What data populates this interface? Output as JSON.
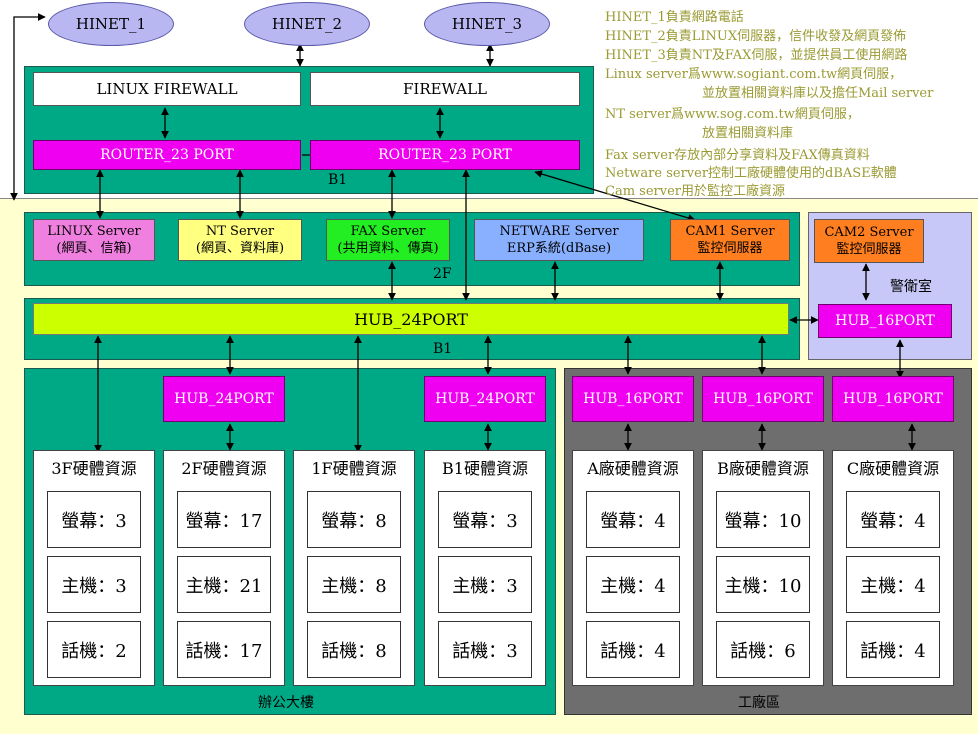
{
  "internet": [
    "HINET_1",
    "HINET_2",
    "HINET_3"
  ],
  "firewalls": {
    "left": "LINUX FIREWALL",
    "right": "FIREWALL"
  },
  "routers": {
    "left": "ROUTER_23 PORT",
    "right": "ROUTER_23 PORT"
  },
  "zone_labels": {
    "router_zone": "B1",
    "server_zone": "2F",
    "hub_zone": "B1",
    "guard_room": "警衛室",
    "office": "辦公大樓",
    "factory": "工廠區"
  },
  "servers": [
    {
      "name": "LINUX Server",
      "role": "(網頁、信箱)"
    },
    {
      "name": "NT Server",
      "role": "(網頁、資料庫)"
    },
    {
      "name": "FAX Server",
      "role": "(共用資料、傳真)"
    },
    {
      "name": "NETWARE Server",
      "role": "ERP系統(dBase)"
    },
    {
      "name": "CAM1 Server",
      "role": "監控伺服器"
    }
  ],
  "cam2": {
    "name": "CAM2 Server",
    "role": "監控伺服器"
  },
  "main_hub": "HUB_24PORT",
  "guard_hub": "HUB_16PORT",
  "office_hubs": [
    "HUB_24PORT",
    "HUB_24PORT"
  ],
  "factory_hubs": [
    "HUB_16PORT",
    "HUB_16PORT",
    "HUB_16PORT"
  ],
  "columns": [
    {
      "title": "3F硬體資源",
      "stats": [
        "螢幕：3",
        "主機：3",
        "話機：2"
      ]
    },
    {
      "title": "2F硬體資源",
      "stats": [
        "螢幕：17",
        "主機：21",
        "話機：17"
      ]
    },
    {
      "title": "1F硬體資源",
      "stats": [
        "螢幕：8",
        "主機：8",
        "話機：8"
      ]
    },
    {
      "title": "B1硬體資源",
      "stats": [
        "螢幕：3",
        "主機：3",
        "話機：3"
      ]
    },
    {
      "title": "A廠硬體資源",
      "stats": [
        "螢幕：4",
        "主機：4",
        "話機：4"
      ]
    },
    {
      "title": "B廠硬體資源",
      "stats": [
        "螢幕：10",
        "主機：10",
        "話機：6"
      ]
    },
    {
      "title": "C廠硬體資源",
      "stats": [
        "螢幕：4",
        "主機：4",
        "話機：4"
      ]
    }
  ],
  "notes": [
    "HINET_1負責網路電話",
    "HINET_2負責LINUX伺服器，信件收發及網頁發佈",
    "HINET_3負責NT及FAX伺服，並提供員工使用網路",
    "Linux server爲www.sogiant.com.tw網頁伺服，",
    "並放置相關資料庫以及擔任Mail server",
    "NT server爲www.sog.com.tw網頁伺服，",
    "放置相關資料庫",
    "Fax server存放內部分享資料及FAX傳真資料",
    "Netware server控制工廠硬體使用的dBASE軟體",
    "Cam server用於監控工廠資源"
  ],
  "colors": {
    "green": "#00a985",
    "magenta": "#f000f0",
    "hub_bar": "#ccff00",
    "cream": "#ffffd0",
    "factory_gray": "#6e6e6e",
    "guard_lavender": "#c8c8f8",
    "cloud": "#b9b7f2",
    "note_text": "#9a9a33"
  }
}
